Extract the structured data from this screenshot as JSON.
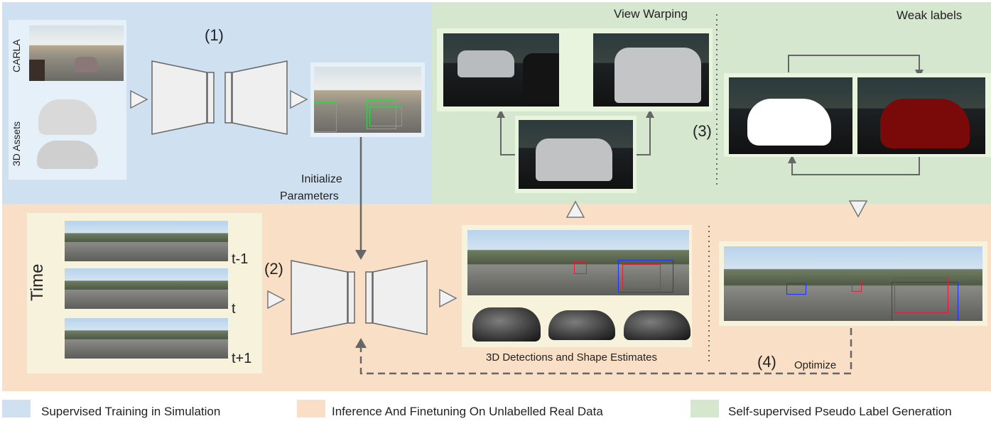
{
  "stage1": {
    "step": "(1)",
    "source_labels": [
      "CARLA",
      "3D Assets"
    ],
    "init_label_line1": "Initialize",
    "init_label_line2": "Parameters"
  },
  "stage2": {
    "step": "(2)",
    "time_label": "Time",
    "frame_labels": [
      "t-1",
      "t",
      "t+1"
    ],
    "detections_caption": "3D Detections and Shape Estimates"
  },
  "stage3": {
    "step": "(3)",
    "view_warping_title": "View Warping",
    "weak_labels_title": "Weak labels"
  },
  "stage4": {
    "step": "(4)",
    "optimize_label": "Optimize"
  },
  "legend": [
    {
      "label": "Supervised Training in Simulation",
      "color": "#cfe0f1"
    },
    {
      "label": "Inference And Finetuning On Unlabelled Real Data",
      "color": "#f9dfc6"
    },
    {
      "label": "Self-supervised Pseudo Label Generation",
      "color": "#d6e7cf"
    }
  ],
  "colors": {
    "network_fill": "#efefef",
    "network_stroke": "#666666",
    "arrow": "#666666"
  }
}
